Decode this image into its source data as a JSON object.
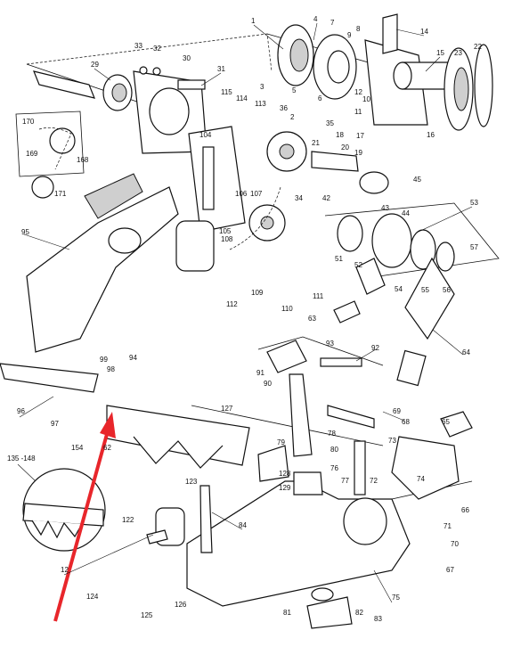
{
  "diagram": {
    "labels": [
      {
        "text": "1"
      },
      {
        "text": "4"
      },
      {
        "text": "7"
      },
      {
        "text": "8"
      },
      {
        "text": "9"
      },
      {
        "text": "14"
      },
      {
        "text": "15"
      },
      {
        "text": "23"
      },
      {
        "text": "22"
      },
      {
        "text": "33"
      },
      {
        "text": "32"
      },
      {
        "text": "29"
      },
      {
        "text": "30"
      },
      {
        "text": "31"
      },
      {
        "text": "115"
      },
      {
        "text": "114"
      },
      {
        "text": "113"
      },
      {
        "text": "3"
      },
      {
        "text": "5"
      },
      {
        "text": "6"
      },
      {
        "text": "12"
      },
      {
        "text": "10"
      },
      {
        "text": "11"
      },
      {
        "text": "36"
      },
      {
        "text": "2"
      },
      {
        "text": "35"
      },
      {
        "text": "18"
      },
      {
        "text": "21"
      },
      {
        "text": "20"
      },
      {
        "text": "17"
      },
      {
        "text": "16"
      },
      {
        "text": "19"
      },
      {
        "text": "170"
      },
      {
        "text": "169"
      },
      {
        "text": "168"
      },
      {
        "text": "171"
      },
      {
        "text": "104"
      },
      {
        "text": "34"
      },
      {
        "text": "42"
      },
      {
        "text": "106"
      },
      {
        "text": "107"
      },
      {
        "text": "105"
      },
      {
        "text": "108"
      },
      {
        "text": "45"
      },
      {
        "text": "44"
      },
      {
        "text": "43"
      },
      {
        "text": "53"
      },
      {
        "text": "95"
      },
      {
        "text": "51"
      },
      {
        "text": "52"
      },
      {
        "text": "54"
      },
      {
        "text": "55"
      },
      {
        "text": "56"
      },
      {
        "text": "57"
      },
      {
        "text": "112"
      },
      {
        "text": "109"
      },
      {
        "text": "110"
      },
      {
        "text": "111"
      },
      {
        "text": "63"
      },
      {
        "text": "64"
      },
      {
        "text": "94"
      },
      {
        "text": "99"
      },
      {
        "text": "98"
      },
      {
        "text": "93"
      },
      {
        "text": "92"
      },
      {
        "text": "91"
      },
      {
        "text": "90"
      },
      {
        "text": "96"
      },
      {
        "text": "97"
      },
      {
        "text": "69"
      },
      {
        "text": "68"
      },
      {
        "text": "65"
      },
      {
        "text": "127"
      },
      {
        "text": "78"
      },
      {
        "text": "73"
      },
      {
        "text": "154"
      },
      {
        "text": "62"
      },
      {
        "text": "79"
      },
      {
        "text": "80"
      },
      {
        "text": "135 -148"
      },
      {
        "text": "74"
      },
      {
        "text": "76"
      },
      {
        "text": "128"
      },
      {
        "text": "129"
      },
      {
        "text": "72"
      },
      {
        "text": "77"
      },
      {
        "text": "123"
      },
      {
        "text": "66"
      },
      {
        "text": "71"
      },
      {
        "text": "70"
      },
      {
        "text": "122"
      },
      {
        "text": "84"
      },
      {
        "text": "12"
      },
      {
        "text": "67"
      },
      {
        "text": "124"
      },
      {
        "text": "75"
      },
      {
        "text": "125"
      },
      {
        "text": "126"
      },
      {
        "text": "81"
      },
      {
        "text": "82"
      },
      {
        "text": "83"
      }
    ],
    "colors": {
      "line": "#111111",
      "arrow": "#e8262b",
      "fill": "#ffffff",
      "shade": "#cfcfcf"
    }
  }
}
